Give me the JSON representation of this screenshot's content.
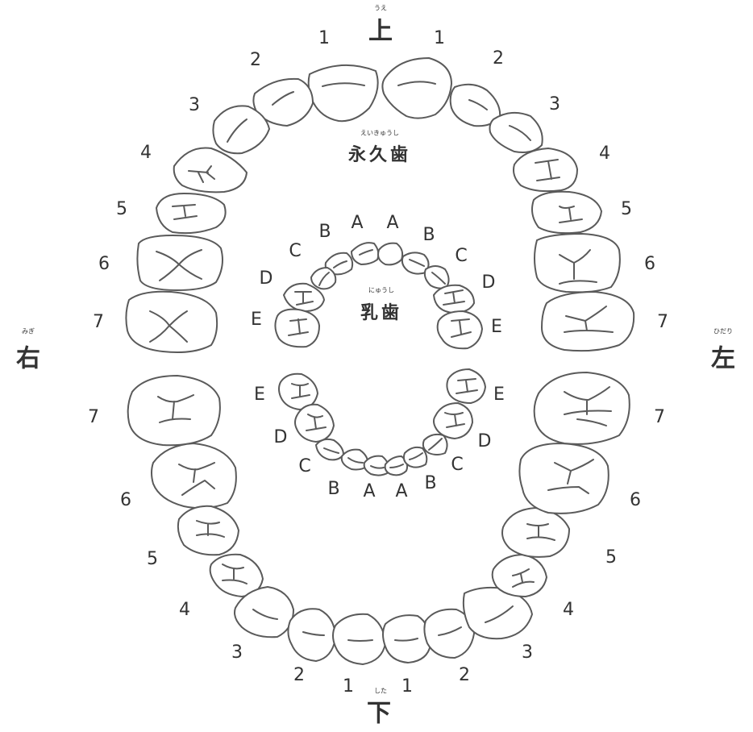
{
  "directions": {
    "upper": {
      "label": "上",
      "ruby": "うえ"
    },
    "lower": {
      "label": "下",
      "ruby": "した"
    },
    "right": {
      "label": "右",
      "ruby": "みぎ"
    },
    "left": {
      "label": "左",
      "ruby": "ひだり"
    }
  },
  "permanent": {
    "label": "永久歯",
    "ruby": "えいきゅうし"
  },
  "primary": {
    "label": "乳歯",
    "ruby": "にゅうし"
  },
  "permanent_numbers": {
    "upper_right": [
      "1",
      "2",
      "3",
      "4",
      "5",
      "6",
      "7"
    ],
    "upper_left": [
      "1",
      "2",
      "3",
      "4",
      "5",
      "6",
      "7"
    ],
    "lower_right": [
      "7",
      "6",
      "5",
      "4",
      "3",
      "2",
      "1"
    ],
    "lower_left": [
      "7",
      "6",
      "5",
      "4",
      "3",
      "2",
      "1"
    ]
  },
  "primary_letters": {
    "upper_right": [
      "A",
      "B",
      "C",
      "D",
      "E"
    ],
    "upper_left": [
      "A",
      "B",
      "C",
      "D",
      "E"
    ],
    "lower_right": [
      "E",
      "D",
      "C",
      "B",
      "A"
    ],
    "lower_left": [
      "E",
      "D",
      "C",
      "B",
      "A"
    ]
  }
}
